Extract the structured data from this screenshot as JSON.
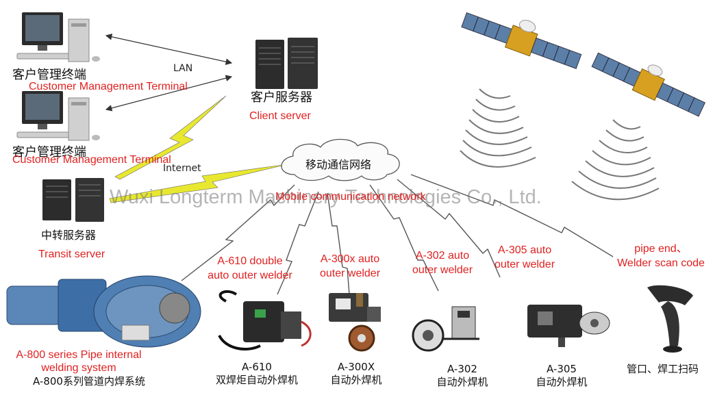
{
  "terminal1": {
    "cn": "客户管理终端",
    "en": "Customer Management Terminal"
  },
  "terminal2": {
    "cn": "客户管理终端",
    "en": "Customer Management Terminal"
  },
  "lan_label": "LAN",
  "internet_label": "Internet",
  "client_server": {
    "cn": "客户服务器",
    "en": "Client server"
  },
  "transit_server": {
    "cn": "中转服务器",
    "en": "Transit server"
  },
  "network": {
    "cn": "移动通信网络",
    "en": "Mobile communication network"
  },
  "watermark": "Wuxi Longterm Machinery Technologies Co., Ltd.",
  "devices": {
    "a800": {
      "en_line1": "A-800 series Pipe internal",
      "en_line2": "welding system",
      "cn": "A-800系列管道内焊系统"
    },
    "a610": {
      "en_line1": "A-610 double",
      "en_line2": "auto outer welder",
      "cn_line1": "A-610",
      "cn_line2": "双焊炬自动外焊机"
    },
    "a300x": {
      "en_line1": "A-300x auto",
      "en_line2": "outer welder",
      "cn_line1": "A-300X",
      "cn_line2": "自动外焊机"
    },
    "a302": {
      "en_line1": "A-302 auto",
      "en_line2": "outer welder",
      "cn_line1": "A-302",
      "cn_line2": "自动外焊机"
    },
    "a305": {
      "en_line1": "A-305 auto",
      "en_line2": "outer welder",
      "cn_line1": "A-305",
      "cn_line2": "自动外焊机"
    },
    "scanner": {
      "en_line1": "pipe end、",
      "en_line2": "Welder scan code",
      "cn": "管口、焊工扫码"
    }
  },
  "colors": {
    "label_red": "#e02020",
    "bolt_yellow": "#e8e830",
    "link_gray": "#444444",
    "panel_gold": "#d8a020",
    "solar_blue": "#5c7fa8"
  }
}
